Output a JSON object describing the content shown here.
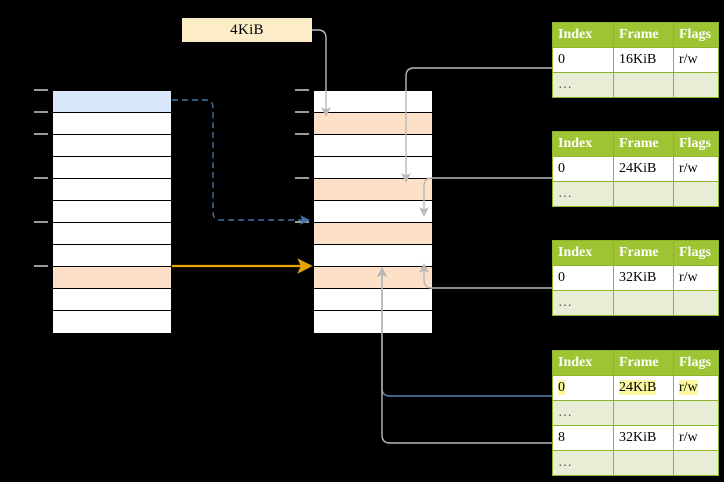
{
  "diagram": {
    "title": "page-table-walk",
    "page_size_label": "4KiB",
    "colors": {
      "header_green": "#9ec433",
      "table_border": "#8cb52b",
      "dots_row": "#e8eed6",
      "highlight_yellow": "#fbf8a0",
      "selected_blue": "#dae8fb",
      "selected_peach": "#fde0c8",
      "orange_arrow": "#e8a400",
      "blue_arrow": "#4472a8",
      "gray_arrow": "#b0b0b0"
    },
    "columns": [
      {
        "name": "left-memory-column",
        "cells": [
          {
            "index": 0,
            "fill": "blue"
          },
          {
            "index": 1,
            "fill": "white"
          },
          {
            "index": 2,
            "fill": "white"
          },
          {
            "index": 3,
            "fill": "white"
          },
          {
            "index": 4,
            "fill": "white"
          },
          {
            "index": 5,
            "fill": "white"
          },
          {
            "index": 6,
            "fill": "white"
          },
          {
            "index": 7,
            "fill": "white"
          },
          {
            "index": 8,
            "fill": "peach"
          },
          {
            "index": 9,
            "fill": "white"
          },
          {
            "index": 10,
            "fill": "white"
          }
        ],
        "ticks": [
          0,
          1,
          2,
          4,
          6,
          8
        ]
      },
      {
        "name": "right-memory-column",
        "cells": [
          {
            "index": 0,
            "fill": "white"
          },
          {
            "index": 1,
            "fill": "peach"
          },
          {
            "index": 2,
            "fill": "white"
          },
          {
            "index": 3,
            "fill": "white"
          },
          {
            "index": 4,
            "fill": "peach"
          },
          {
            "index": 5,
            "fill": "white"
          },
          {
            "index": 6,
            "fill": "peach"
          },
          {
            "index": 7,
            "fill": "white"
          },
          {
            "index": 8,
            "fill": "peach"
          },
          {
            "index": 9,
            "fill": "white"
          },
          {
            "index": 10,
            "fill": "white"
          }
        ],
        "ticks": [
          0,
          1,
          2,
          4,
          6,
          8
        ]
      }
    ],
    "tables": [
      {
        "name": "page-table-level-1",
        "headers": [
          "Index",
          "Frame",
          "Flags"
        ],
        "rows": [
          {
            "type": "data",
            "cells": [
              "0",
              "16KiB",
              "r/w"
            ],
            "highlight": []
          },
          {
            "type": "dots",
            "cells": [
              "…",
              "",
              ""
            ],
            "highlight": []
          }
        ]
      },
      {
        "name": "page-table-level-2",
        "headers": [
          "Index",
          "Frame",
          "Flags"
        ],
        "rows": [
          {
            "type": "data",
            "cells": [
              "0",
              "24KiB",
              "r/w"
            ],
            "highlight": []
          },
          {
            "type": "dots",
            "cells": [
              "…",
              "",
              ""
            ],
            "highlight": []
          }
        ]
      },
      {
        "name": "page-table-level-3",
        "headers": [
          "Index",
          "Frame",
          "Flags"
        ],
        "rows": [
          {
            "type": "data",
            "cells": [
              "0",
              "32KiB",
              "r/w"
            ],
            "highlight": []
          },
          {
            "type": "dots",
            "cells": [
              "…",
              "",
              ""
            ],
            "highlight": []
          }
        ]
      },
      {
        "name": "page-table-level-4",
        "headers": [
          "Index",
          "Frame",
          "Flags"
        ],
        "rows": [
          {
            "type": "data",
            "cells": [
              "0",
              "24KiB",
              "r/w"
            ],
            "highlight": [
              0,
              1,
              2
            ]
          },
          {
            "type": "dots",
            "cells": [
              "…",
              "",
              ""
            ],
            "highlight": []
          },
          {
            "type": "data",
            "cells": [
              "8",
              "32KiB",
              "r/w"
            ],
            "highlight": []
          },
          {
            "type": "dots",
            "cells": [
              "…",
              "",
              ""
            ],
            "highlight": []
          }
        ]
      }
    ]
  }
}
